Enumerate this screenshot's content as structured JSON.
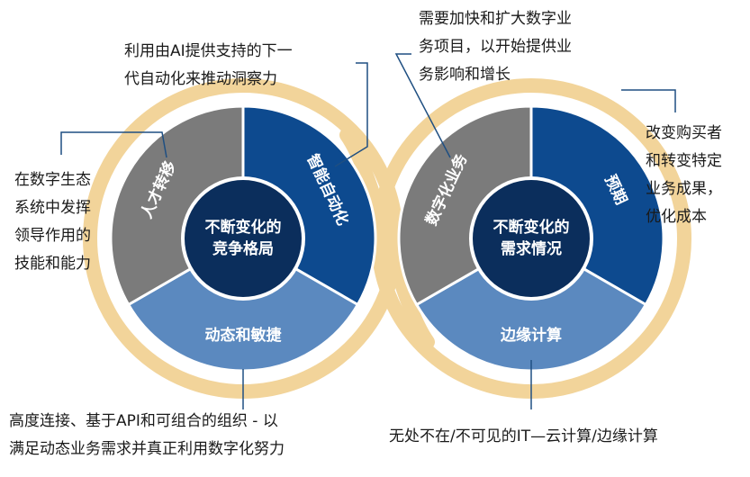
{
  "left_wheel": {
    "center_label": "不断变化的\n竞争格局",
    "segments": [
      {
        "label": "智能自动化",
        "color": "#0d4a8f"
      },
      {
        "label": "动态和敏捷",
        "color": "#5b89bf"
      },
      {
        "label": "人才转移",
        "color": "#7b7b7b"
      }
    ]
  },
  "right_wheel": {
    "center_label": "不断变化的\n需求情况",
    "segments": [
      {
        "label": "预期",
        "color": "#0d4a8f"
      },
      {
        "label": "边缘计算",
        "color": "#5b89bf"
      },
      {
        "label": "数字化业务",
        "color": "#7b7b7b"
      }
    ]
  },
  "notes": {
    "top_left": "利用由AI提供支持的下一\n代自动化来推动洞察力",
    "left": "在数字生态\n系统中发挥\n领导作用的\n技能和能力",
    "bottom_left": "高度连接、基于API和可组合的组织 - 以\n满足动态业务需求并真正利用数字化努力",
    "top_right": "需要加快和扩大数字业\n务项目，以开始提供业\n务影响和增长",
    "right": "改变购买者\n和转变特定\n业务成果，\n优化成本",
    "bottom_right": "无处不在/不可见的IT—云计算/边缘计算"
  },
  "colors": {
    "ring": "#f2d49a",
    "center": "#0b2e5c",
    "callout_line": "#1f4f82"
  }
}
